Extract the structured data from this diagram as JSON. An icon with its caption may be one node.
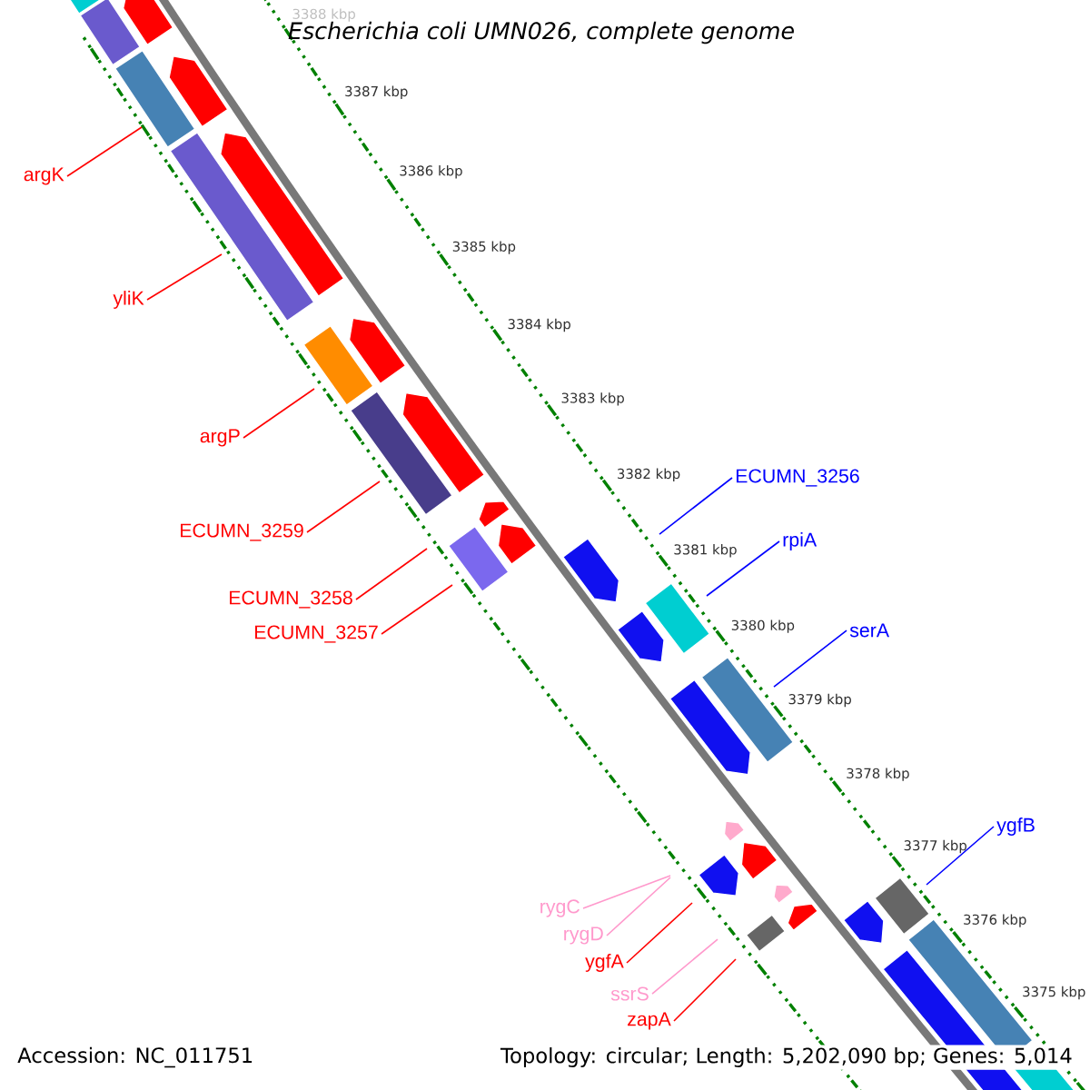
{
  "diagram": {
    "title": "Escherichia coli UMN026, complete genome",
    "nodes": [
      {
        "text": [
          "argK"
        ]
      },
      {
        "text": [
          "yliK"
        ]
      },
      {
        "text": [
          "argP"
        ]
      },
      {
        "text": [
          "ECUMN_3256"
        ]
      },
      {
        "text": [
          "ECUMN_3259"
        ]
      },
      {
        "text": [
          "rpiA"
        ]
      },
      {
        "text": [
          "ECUMN_3258"
        ]
      },
      {
        "text": [
          "serA"
        ]
      },
      {
        "text": [
          "ECUMN_3257"
        ]
      },
      {
        "text": [
          "ygfB"
        ]
      },
      {
        "text": [
          "rygC"
        ]
      },
      {
        "text": [
          "rygD"
        ]
      },
      {
        "text": [
          "ygfA"
        ]
      },
      {
        "text": [
          "ssrS"
        ]
      },
      {
        "text": [
          "zapA"
        ]
      }
    ],
    "edges": [
      {
        "from": 0,
        "to": null,
        "arrow": "none"
      },
      {
        "from": 1,
        "to": null,
        "arrow": "none"
      },
      {
        "from": 2,
        "to": null,
        "arrow": "none"
      },
      {
        "from": 3,
        "to": null,
        "arrow": "none",
        "color": "#0000ff"
      },
      {
        "from": 4,
        "to": null,
        "arrow": "none"
      },
      {
        "from": 5,
        "to": null,
        "arrow": "none",
        "color": "#0000ff"
      },
      {
        "from": 6,
        "to": null,
        "arrow": "none"
      },
      {
        "from": 7,
        "to": null,
        "arrow": "none",
        "color": "#0000ff"
      },
      {
        "from": 8,
        "to": null,
        "arrow": "none"
      },
      {
        "from": 9,
        "to": null,
        "arrow": "none",
        "color": "#0000ff"
      },
      {
        "from": 10,
        "to": null,
        "arrow": "none",
        "color": "#ff99cc"
      },
      {
        "from": 11,
        "to": null,
        "arrow": "none",
        "color": "#ff99cc"
      },
      {
        "from": 12,
        "to": null,
        "arrow": "none"
      },
      {
        "from": 13,
        "to": null,
        "arrow": "none",
        "color": "#ff99cc"
      },
      {
        "from": 14,
        "to": null,
        "arrow": "none"
      }
    ],
    "labels": [
      "3388 kbp",
      "3387 kbp",
      "3386 kbp",
      "3385 kbp",
      "3384 kbp",
      "3383 kbp",
      "3382 kbp",
      "3381 kbp",
      "3380 kbp",
      "3379 kbp",
      "3378 kbp",
      "3377 kbp",
      "3376 kbp",
      "3375 kbp",
      "Accession: NC_011751",
      "Topology: circular; Length: 5,202,090 bp; Genes: 5,014"
    ]
  }
}
